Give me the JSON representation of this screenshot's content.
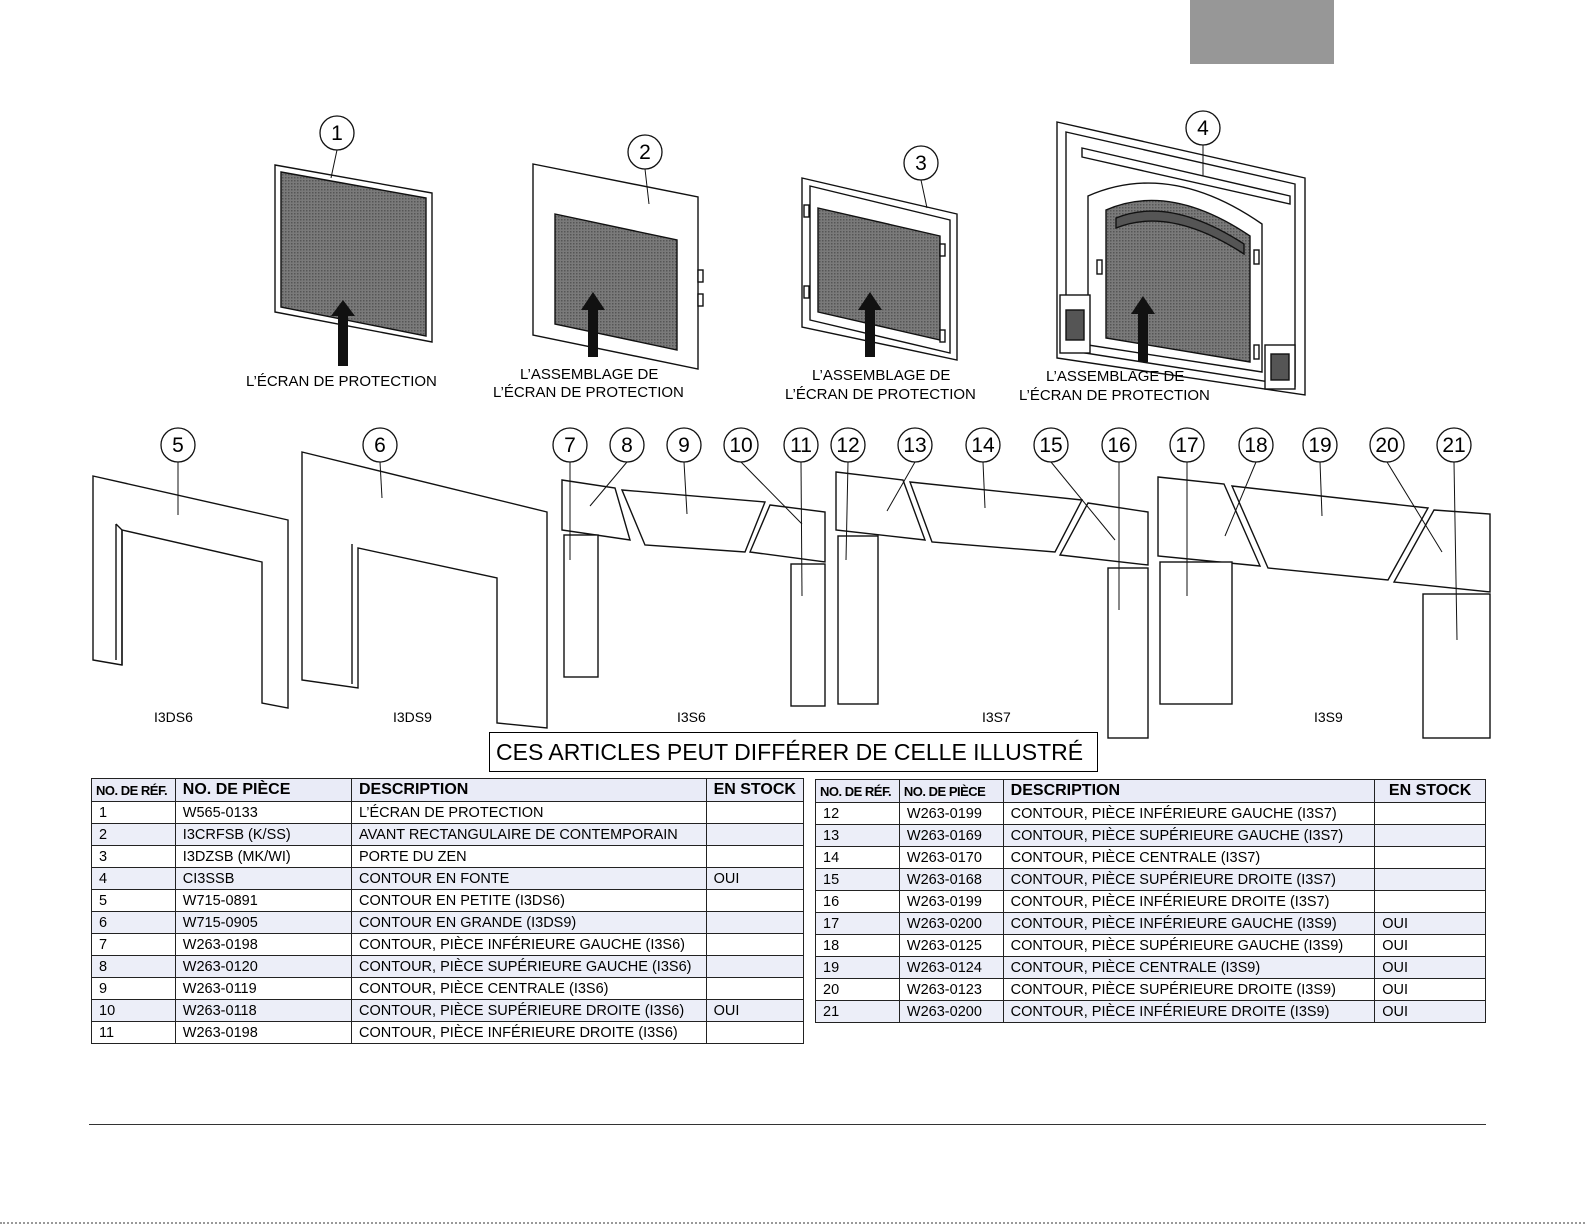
{
  "figures": {
    "callouts": [
      "1",
      "2",
      "3",
      "4",
      "5",
      "6",
      "7",
      "8",
      "9",
      "10",
      "11",
      "12",
      "13",
      "14",
      "15",
      "16",
      "17",
      "18",
      "19",
      "20",
      "21"
    ],
    "labels": {
      "screen": "L’ÉCRAN DE PROTECTION",
      "assembly_line1": "L’ASSEMBLAGE DE",
      "assembly_line2": "L’ÉCRAN DE PROTECTION"
    },
    "models": [
      "I3DS6",
      "I3DS9",
      "I3S6",
      "I3S7",
      "I3S9"
    ]
  },
  "notice": "CES ARTICLES PEUT DIFFÉRER DE CELLE ILLUSTRÉ",
  "tables": {
    "headers": {
      "ref": "NO. DE RÉF.",
      "part": "NO. DE PIÈCE",
      "desc": "DESCRIPTION",
      "stock": "EN STOCK"
    },
    "left": [
      {
        "ref": "1",
        "part": "W565-0133",
        "desc": "L’ÉCRAN DE PROTECTION",
        "stock": ""
      },
      {
        "ref": "2",
        "part": "I3CRFSB (K/SS)",
        "desc": "AVANT RECTANGULAIRE DE CONTEMPORAIN",
        "stock": ""
      },
      {
        "ref": "3",
        "part": "I3DZSB (MK/WI)",
        "desc": "PORTE DU ZEN",
        "stock": ""
      },
      {
        "ref": "4",
        "part": "CI3SSB",
        "desc": "CONTOUR EN FONTE",
        "stock": "OUI"
      },
      {
        "ref": "5",
        "part": "W715-0891",
        "desc": "CONTOUR EN PETITE (I3DS6)",
        "stock": ""
      },
      {
        "ref": "6",
        "part": "W715-0905",
        "desc": "CONTOUR EN GRANDE (I3DS9)",
        "stock": ""
      },
      {
        "ref": "7",
        "part": "W263-0198",
        "desc": "CONTOUR, PIÈCE INFÉRIEURE GAUCHE (I3S6)",
        "stock": ""
      },
      {
        "ref": "8",
        "part": "W263-0120",
        "desc": "CONTOUR, PIÈCE SUPÉRIEURE GAUCHE (I3S6)",
        "stock": ""
      },
      {
        "ref": "9",
        "part": "W263-0119",
        "desc": "CONTOUR, PIÈCE CENTRALE (I3S6)",
        "stock": ""
      },
      {
        "ref": "10",
        "part": "W263-0118",
        "desc": "CONTOUR, PIÈCE SUPÉRIEURE DROITE (I3S6)",
        "stock": "OUI"
      },
      {
        "ref": "11",
        "part": "W263-0198",
        "desc": "CONTOUR, PIÈCE INFÉRIEURE DROITE (I3S6)",
        "stock": ""
      }
    ],
    "right": [
      {
        "ref": "12",
        "part": "W263-0199",
        "desc": "CONTOUR, PIÈCE INFÉRIEURE GAUCHE (I3S7)",
        "stock": ""
      },
      {
        "ref": "13",
        "part": "W263-0169",
        "desc": "CONTOUR, PIÈCE SUPÉRIEURE GAUCHE (I3S7)",
        "stock": ""
      },
      {
        "ref": "14",
        "part": "W263-0170",
        "desc": "CONTOUR, PIÈCE CENTRALE (I3S7)",
        "stock": ""
      },
      {
        "ref": "15",
        "part": "W263-0168",
        "desc": "CONTOUR, PIÈCE SUPÉRIEURE DROITE (I3S7)",
        "stock": ""
      },
      {
        "ref": "16",
        "part": "W263-0199",
        "desc": "CONTOUR, PIÈCE INFÉRIEURE DROITE (I3S7)",
        "stock": ""
      },
      {
        "ref": "17",
        "part": "W263-0200",
        "desc": "CONTOUR, PIÈCE INFÉRIEURE GAUCHE (I3S9)",
        "stock": "OUI"
      },
      {
        "ref": "18",
        "part": "W263-0125",
        "desc": "CONTOUR, PIÈCE SUPÉRIEURE GAUCHE (I3S9)",
        "stock": "OUI"
      },
      {
        "ref": "19",
        "part": "W263-0124",
        "desc": "CONTOUR, PIÈCE CENTRALE  (I3S9)",
        "stock": "OUI"
      },
      {
        "ref": "20",
        "part": "W263-0123",
        "desc": "CONTOUR, PIÈCE SUPÉRIEURE DROITE (I3S9)",
        "stock": "OUI"
      },
      {
        "ref": "21",
        "part": "W263-0200",
        "desc": "CONTOUR, PIÈCE INFÉRIEURE DROITE (I3S9)",
        "stock": "OUI"
      }
    ]
  }
}
